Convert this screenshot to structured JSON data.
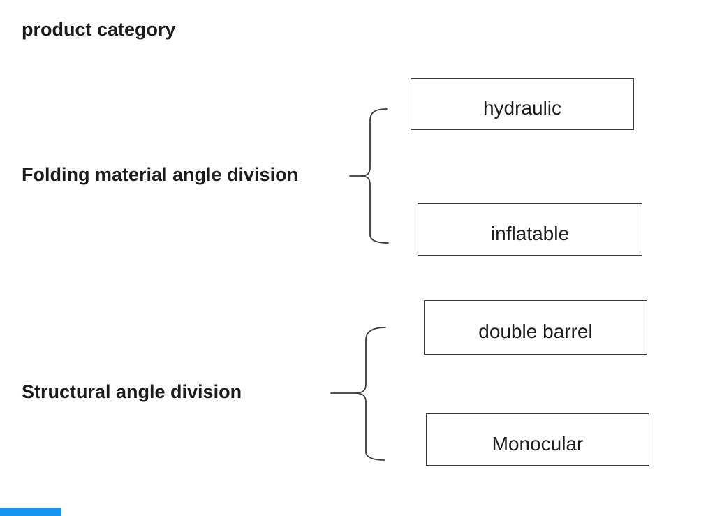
{
  "title": "product category",
  "groups": [
    {
      "label": "Folding material angle division",
      "items": [
        {
          "label": "hydraulic"
        },
        {
          "label": "inflatable"
        }
      ]
    },
    {
      "label": "Structural angle division",
      "items": [
        {
          "label": "double barrel"
        },
        {
          "label": "Monocular"
        }
      ]
    }
  ],
  "colors": {
    "background": "#ffffff",
    "text": "#1c1c1c",
    "box_border": "#3c3c3c",
    "brace_line": "#3c3c3c",
    "bottom_bar": "#1593ee"
  }
}
